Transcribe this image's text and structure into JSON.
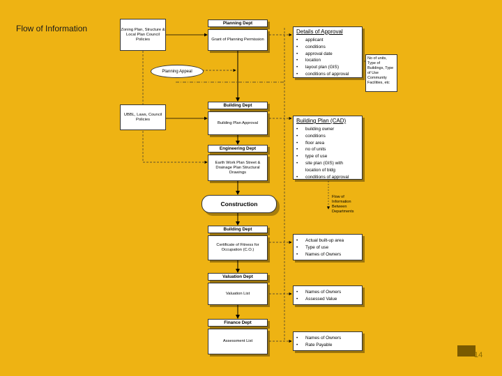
{
  "title": "Flow of Information",
  "page_number": "14",
  "inputs": {
    "zoning": "Zoning Plan, Structure & Local Plan Council Policies",
    "ubbl": "UBBL, Laws, Council Policies",
    "planning_appeal": "Planning Appeal"
  },
  "steps": [
    {
      "dept": "Planning Dept",
      "task": "Grant of Planning Permission"
    },
    {
      "dept": "Building Dept",
      "task": "Building Plan Approval"
    },
    {
      "dept": "Engineering Dept",
      "task": "Earth Work Plan Street & Drainage Plan Structural Drawings"
    },
    {
      "dept": "Building Dept",
      "task": "Certificate of Fitness for Occupation (C.O.)"
    },
    {
      "dept": "Valuation Dept",
      "task": "Valuation List"
    },
    {
      "dept": "Finance Dept",
      "task": "Assessment List"
    }
  ],
  "construction": "Construction",
  "details_approval": {
    "title": "Details of Approval",
    "items": [
      "applicant",
      "conditions",
      "approval date",
      "location",
      "layout plan (GIS)",
      "conditions of approval"
    ]
  },
  "approval_note": "No of units, Type of Buildings, Type of Use Community Facilities, etc",
  "building_plan": {
    "title": "Building Plan (CAD)",
    "items": [
      "building owner",
      "conditions",
      "floor area",
      "no of units",
      "type of use",
      "site plan (GIS) with location of bldg",
      "conditions of approval"
    ]
  },
  "flow_note": "Flow of Information Between Departments",
  "co_details": {
    "items": [
      "Actual built-up area",
      "Type of use",
      "Names of Owners"
    ]
  },
  "valuation_details": {
    "items": [
      "Names of Owners",
      "Assessed Value"
    ]
  },
  "finance_details": {
    "items": [
      "Names of Owners",
      "Rate Payable"
    ]
  }
}
